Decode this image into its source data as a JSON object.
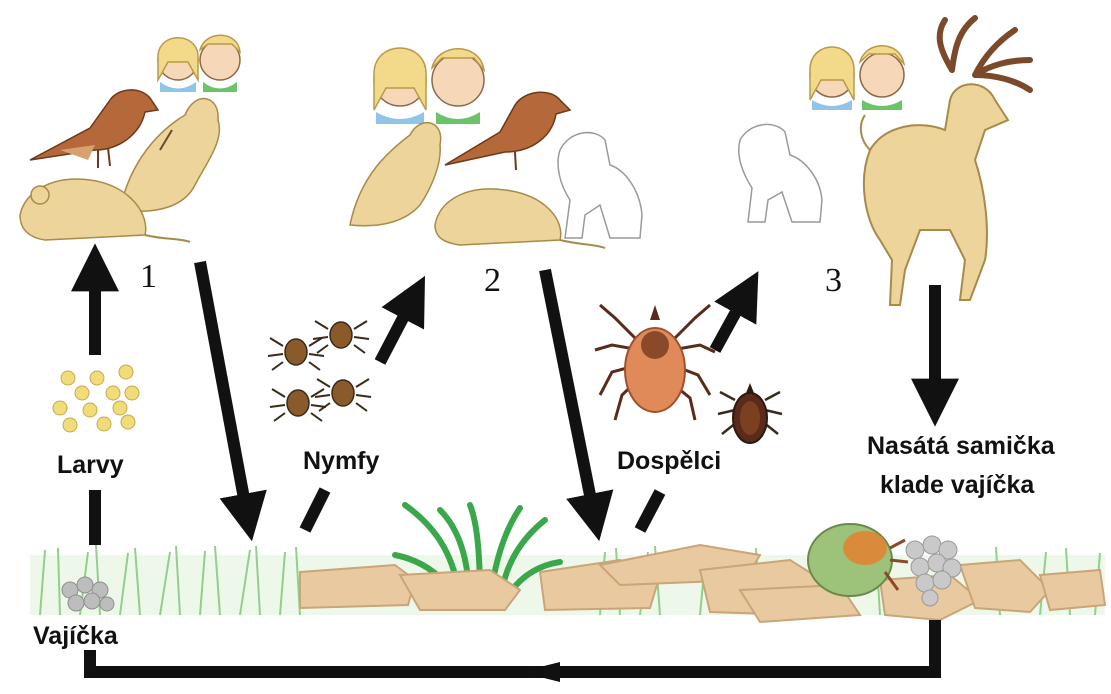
{
  "stage_numbers": [
    "1",
    "2",
    "3"
  ],
  "labels": {
    "larvae": "Larvy",
    "nymphs": "Nymfy",
    "adults": "Dospělci",
    "engorged_female_line1": "Nasátá samička",
    "engorged_female_line2": "klade vajíčka",
    "eggs": "Vajíčka"
  },
  "colors": {
    "arrow": "#111111",
    "grass": "#8fd18a",
    "tuft": "#3aa84a",
    "leaf_litter": "#e8c9a0",
    "host_fur": "#ecd49a",
    "bird": "#b5683a",
    "adult_tick": "#e08a5a",
    "nymph_tick": "#8a5a2a",
    "larvae": "#f1dc7a",
    "eggs": "#bdbdbd"
  }
}
